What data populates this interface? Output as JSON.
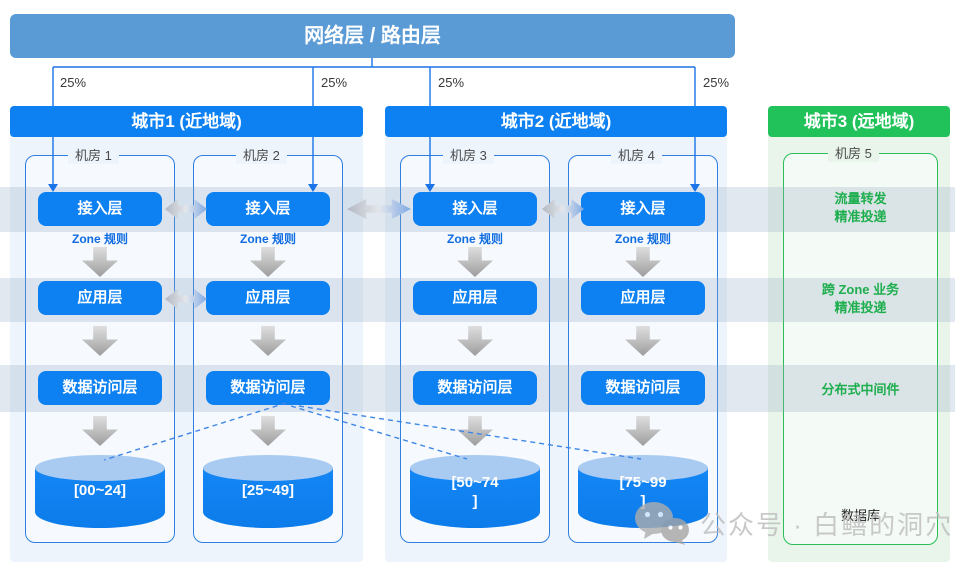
{
  "header": {
    "title": "网络层 / 路由层"
  },
  "traffic_labels": [
    "25%",
    "25%",
    "25%",
    "25%"
  ],
  "cities": [
    {
      "name": "城市1 (近地域)"
    },
    {
      "name": "城市2 (近地域)"
    },
    {
      "name": "城市3 (远地域)"
    }
  ],
  "rooms": [
    {
      "name": "机房 1",
      "access": "接入层",
      "zone_rule": "Zone 规则",
      "app": "应用层",
      "dal": "数据访问层",
      "db_range": "[00~24]"
    },
    {
      "name": "机房 2",
      "access": "接入层",
      "zone_rule": "Zone 规则",
      "app": "应用层",
      "dal": "数据访问层",
      "db_range": "[25~49]"
    },
    {
      "name": "机房 3",
      "access": "接入层",
      "zone_rule": "Zone 规则",
      "app": "应用层",
      "dal": "数据访问层",
      "db_range": "[50~74\n]"
    },
    {
      "name": "机房 4",
      "access": "接入层",
      "zone_rule": "Zone 规则",
      "app": "应用层",
      "dal": "数据访问层",
      "db_range": "[75~99\n]"
    }
  ],
  "remote_room": {
    "name": "机房 5",
    "traffic_forward": "流量转发\n精准投递",
    "cross_zone": "跨 Zone 业务\n精准投递",
    "middleware": "分布式中间件",
    "database": "数据库"
  },
  "watermark": {
    "text": "公众号 · 白鳝的洞穴"
  },
  "colors": {
    "accent_blue": "#0d80f2",
    "accent_green": "#22c25b",
    "router_header_blue": "#5b9bd5",
    "band_tint": "rgba(148,170,197,0.27)"
  }
}
